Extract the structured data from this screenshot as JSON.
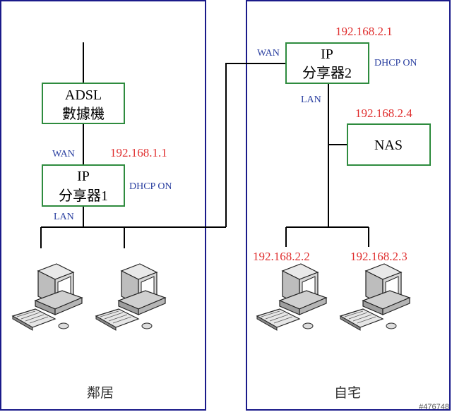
{
  "zones": {
    "neighbor": "鄰居",
    "home": "自宅"
  },
  "devices": {
    "adsl": {
      "line1": "ADSL",
      "line2": "數據機"
    },
    "router1": {
      "line1": "IP",
      "line2": "分享器1",
      "ip": "192.168.1.1",
      "wan": "WAN",
      "lan": "LAN",
      "dhcp": "DHCP ON"
    },
    "router2": {
      "line1": "IP",
      "line2": "分享器2",
      "ip": "192.168.2.1",
      "wan": "WAN",
      "lan": "LAN",
      "dhcp": "DHCP ON"
    },
    "nas": {
      "label": "NAS",
      "ip": "192.168.2.4"
    }
  },
  "pcs": {
    "home_left_ip": "192.168.2.2",
    "home_right_ip": "192.168.2.3"
  },
  "watermark": "#476748",
  "colors": {
    "frame": "#1a1a8a",
    "box": "#2e8b3e",
    "ip": "#e03030",
    "port": "#2a3fa0"
  }
}
